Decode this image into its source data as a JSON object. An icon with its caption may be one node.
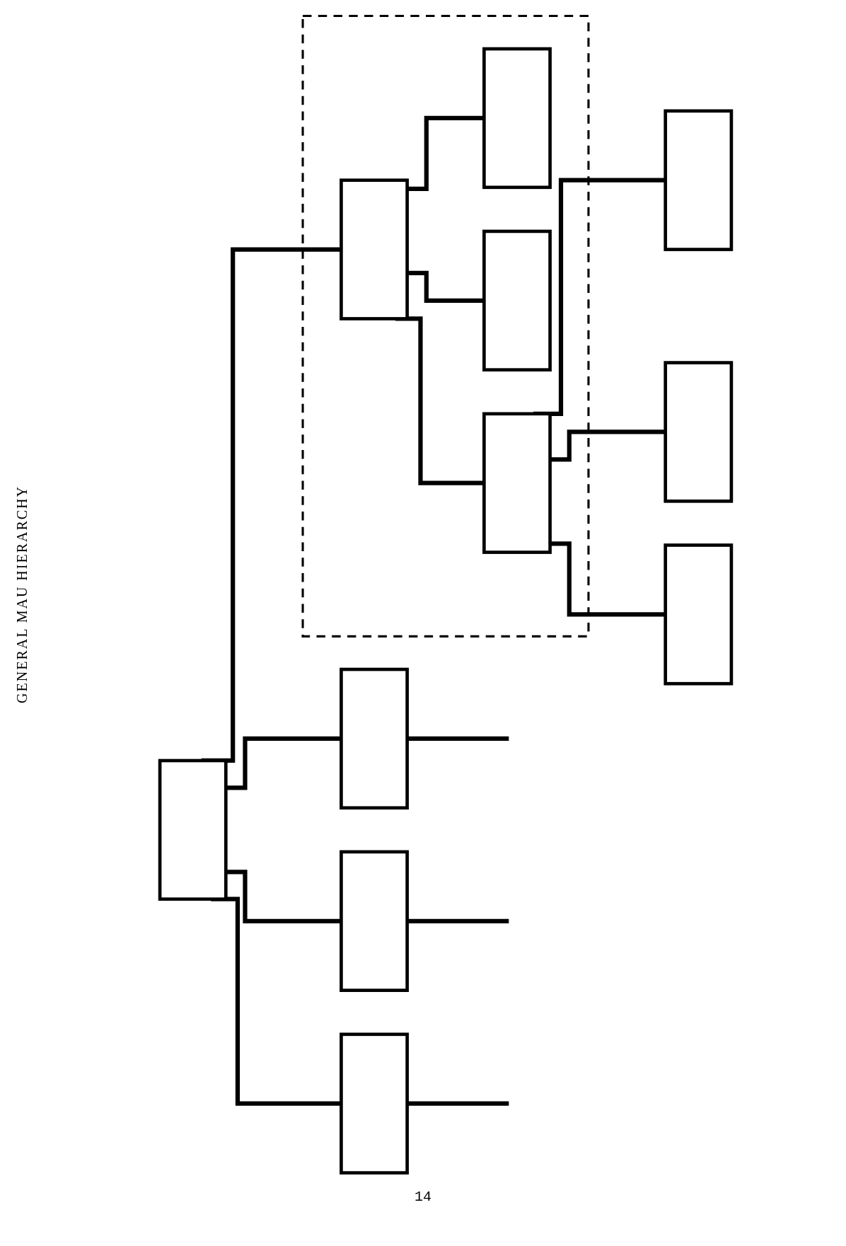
{
  "diagram": {
    "title": "GENERAL MAU HIERARCHY",
    "nodes": [
      {
        "text": [],
        "shape": "box"
      },
      {
        "text": [],
        "shape": "box"
      },
      {
        "text": [],
        "shape": "box"
      },
      {
        "text": [],
        "shape": "box"
      },
      {
        "text": [],
        "shape": "box"
      },
      {
        "text": [],
        "shape": "box",
        "in": 4
      },
      {
        "text": [],
        "shape": "box",
        "in": 4
      },
      {
        "text": [],
        "shape": "box",
        "in": 4
      },
      {
        "text": [],
        "shape": "box",
        "in": 4
      },
      {
        "text": [],
        "shape": "box"
      },
      {
        "text": [],
        "shape": "box"
      },
      {
        "text": [],
        "shape": "box"
      }
    ],
    "edges": [
      {
        "from": 0,
        "to": 1,
        "arrow": "none"
      },
      {
        "from": 0,
        "to": 2,
        "arrow": "none"
      },
      {
        "from": 0,
        "to": 3,
        "arrow": "none"
      },
      {
        "from": 0,
        "to": 5,
        "arrow": "none"
      },
      {
        "from": 1,
        "to": null,
        "arrow": "none"
      },
      {
        "from": 2,
        "to": null,
        "arrow": "none"
      },
      {
        "from": 3,
        "to": null,
        "arrow": "none"
      },
      {
        "from": 5,
        "to": 6,
        "arrow": "none"
      },
      {
        "from": 5,
        "to": 7,
        "arrow": "none"
      },
      {
        "from": 5,
        "to": 8,
        "arrow": "none"
      },
      {
        "from": 8,
        "to": 9,
        "arrow": "none"
      },
      {
        "from": 8,
        "to": 10,
        "arrow": "none"
      },
      {
        "from": 8,
        "to": 11,
        "arrow": "none"
      }
    ],
    "labels": [
      "14"
    ]
  }
}
